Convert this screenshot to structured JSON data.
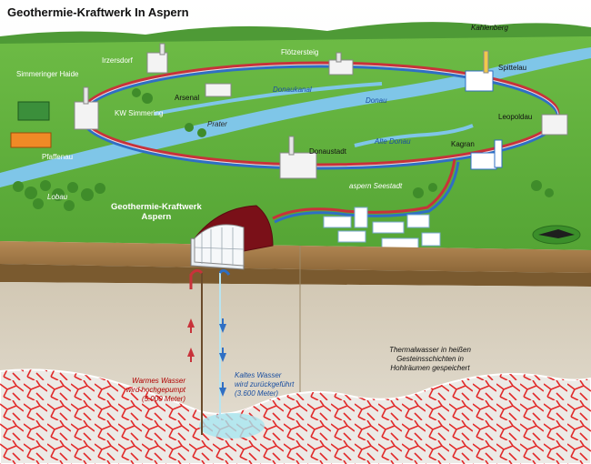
{
  "title": "Geothermie-Kraftwerk In Aspern",
  "places": {
    "kahlenberg": "Kahlenberg",
    "irzersdorf": "Irzersdorf",
    "floetzersteig": "Flötzersteig",
    "spittelau": "Spittelau",
    "simmeringer_haide": "Simmeringer Haide",
    "arsenal": "Arsenal",
    "kw_simmering": "KW Simmering",
    "leopoldau": "Leopoldau",
    "pfaffenau": "Pfaffenau",
    "donaustadt": "Donaustadt",
    "kagran": "Kagran",
    "lobau": "Lobau",
    "aspern_seestadt": "aspern Seestadt"
  },
  "waters": {
    "donaukanal": "Donaukanal",
    "donau": "Donau",
    "prater": "Prater",
    "alte_donau": "Alte Donau"
  },
  "plant": {
    "line1": "Geothermie-Kraftwerk",
    "line2": "Aspern"
  },
  "flows": {
    "warm": [
      "Warmes Wasser",
      "wird hochgepumpt",
      "(5.000 Meter)"
    ],
    "cold": [
      "Kaltes Wasser",
      "wird zurückgeführt",
      "(3.600 Meter)"
    ]
  },
  "reservoir_note": [
    "Thermalwasser in heißen",
    "Gesteinsschichten in",
    "Hohlräumen gespeichert"
  ],
  "colors": {
    "grass": "#5fae3d",
    "water": "#7fc6e8",
    "hot_pipe": "#c8323a",
    "cold_pipe": "#2f6fc4",
    "rock_crack": "#e02020"
  }
}
